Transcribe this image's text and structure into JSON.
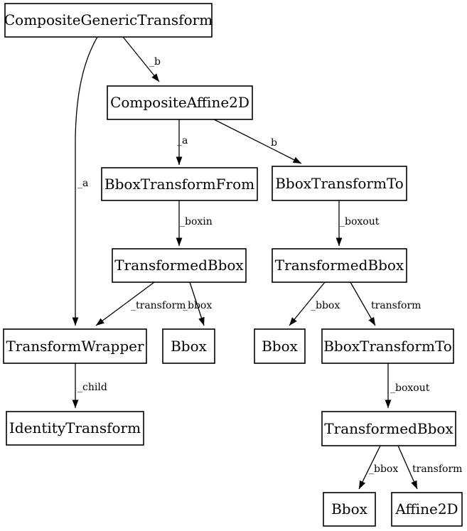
{
  "diagram": {
    "kind": "directed-graph",
    "background_color": "#ffffff",
    "node_fill_color": "#ffffff",
    "node_border_color": "#000000",
    "edge_color": "#000000",
    "text_color": "#000000",
    "nodes": [
      {
        "id": "composite-generic-transform",
        "label": "CompositeGenericTransform"
      },
      {
        "id": "composite-affine2d",
        "label": "CompositeAffine2D"
      },
      {
        "id": "bbox-transform-from",
        "label": "BboxTransformFrom"
      },
      {
        "id": "bbox-transform-to-1",
        "label": "BboxTransformTo"
      },
      {
        "id": "transformed-bbox-1",
        "label": "TransformedBbox"
      },
      {
        "id": "transformed-bbox-2",
        "label": "TransformedBbox"
      },
      {
        "id": "transform-wrapper",
        "label": "TransformWrapper"
      },
      {
        "id": "bbox-1",
        "label": "Bbox"
      },
      {
        "id": "bbox-2",
        "label": "Bbox"
      },
      {
        "id": "bbox-transform-to-2",
        "label": "BboxTransformTo"
      },
      {
        "id": "identity-transform",
        "label": "IdentityTransform"
      },
      {
        "id": "transformed-bbox-3",
        "label": "TransformedBbox"
      },
      {
        "id": "bbox-3",
        "label": "Bbox"
      },
      {
        "id": "affine2d",
        "label": "Affine2D"
      }
    ],
    "edges": [
      {
        "from": "composite-generic-transform",
        "to": "composite-affine2d",
        "label": "_b"
      },
      {
        "from": "composite-generic-transform",
        "to": "transform-wrapper",
        "label": "_a"
      },
      {
        "from": "composite-affine2d",
        "to": "bbox-transform-from",
        "label": "_a"
      },
      {
        "from": "composite-affine2d",
        "to": "bbox-transform-to-1",
        "label": "b"
      },
      {
        "from": "bbox-transform-from",
        "to": "transformed-bbox-1",
        "label": "_boxin"
      },
      {
        "from": "bbox-transform-to-1",
        "to": "transformed-bbox-2",
        "label": "_boxout"
      },
      {
        "from": "transformed-bbox-1",
        "to": "transform-wrapper",
        "label": "_transform"
      },
      {
        "from": "transformed-bbox-1",
        "to": "bbox-1",
        "label": "_bbox"
      },
      {
        "from": "transform-wrapper",
        "to": "identity-transform",
        "label": "_child"
      },
      {
        "from": "transformed-bbox-2",
        "to": "bbox-2",
        "label": "_bbox"
      },
      {
        "from": "transformed-bbox-2",
        "to": "bbox-transform-to-2",
        "label": "transform"
      },
      {
        "from": "bbox-transform-to-2",
        "to": "transformed-bbox-3",
        "label": "_boxout"
      },
      {
        "from": "transformed-bbox-3",
        "to": "bbox-3",
        "label": "_bbox"
      },
      {
        "from": "transformed-bbox-3",
        "to": "affine2d",
        "label": "transform"
      }
    ]
  }
}
